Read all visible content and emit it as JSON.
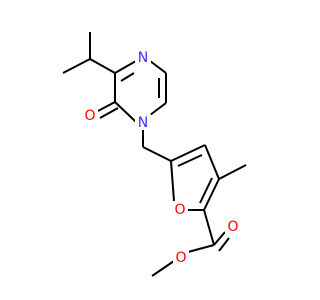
{
  "molecule": {
    "atoms": [
      {
        "name": "atom-n-pyrazine-top",
        "symbol": "N",
        "color": "#3333ff"
      },
      {
        "name": "atom-n-pyrazine-ring",
        "symbol": "N",
        "color": "#3333ff"
      },
      {
        "name": "atom-o-carbonyl-ketone",
        "symbol": "O",
        "color": "#ff0000"
      },
      {
        "name": "atom-o-furan",
        "symbol": "O",
        "color": "#ff0000"
      },
      {
        "name": "atom-o-carbonyl-ester",
        "symbol": "O",
        "color": "#ff0000"
      },
      {
        "name": "atom-o-ester",
        "symbol": "O",
        "color": "#ff0000"
      }
    ]
  }
}
